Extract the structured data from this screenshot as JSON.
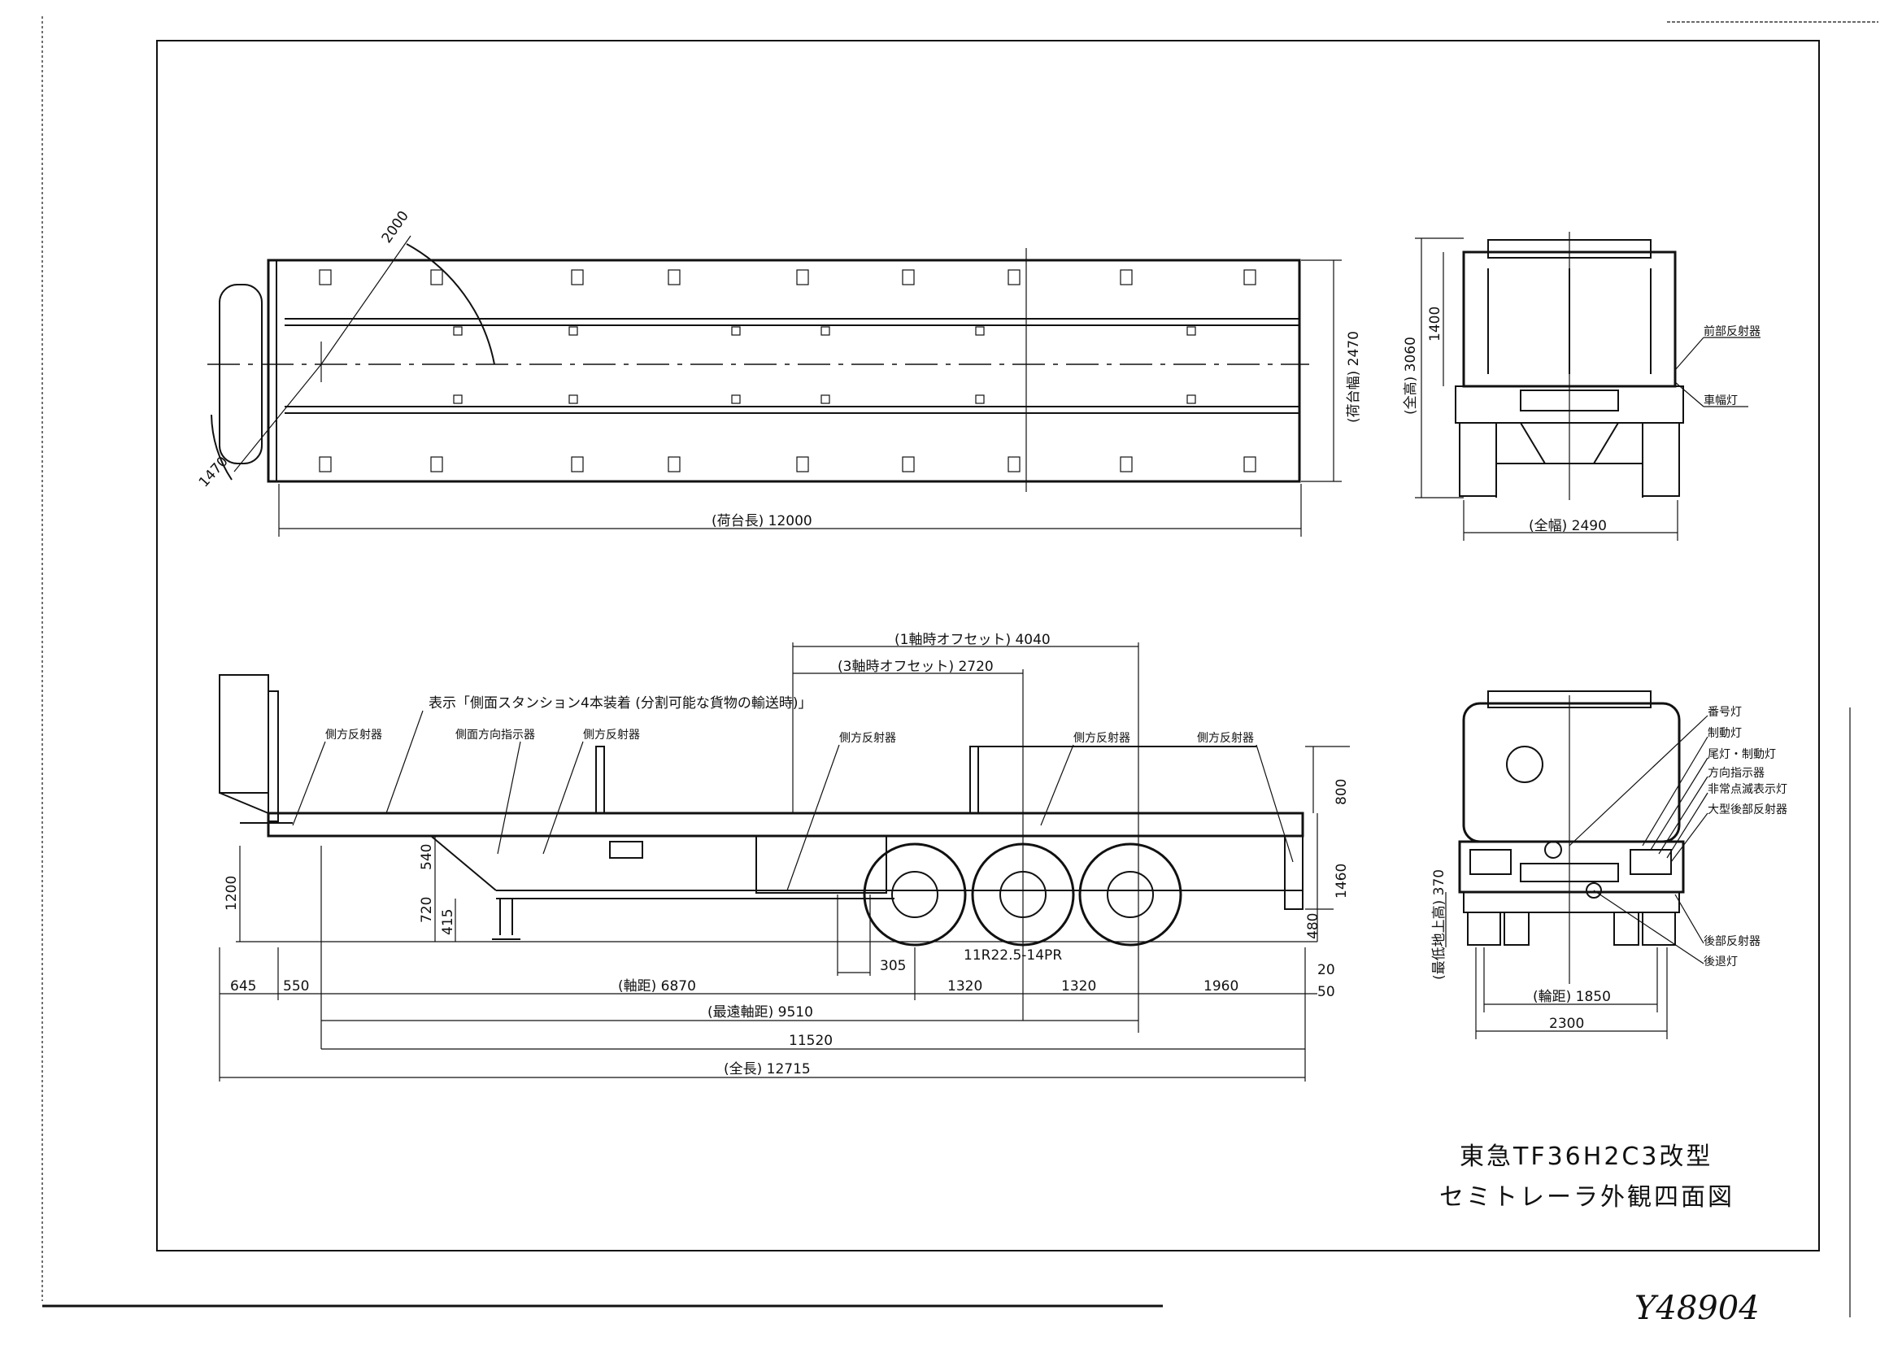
{
  "title": {
    "model": "東急TF36H2C3改型",
    "name": "セミトレーラ外観四面図"
  },
  "drawing_number": "Y48904",
  "top_view": {
    "deck_length": "(荷台長) 12000",
    "deck_width": "(荷台幅) 2470",
    "swing_radius": "2000",
    "front_radius": "1470"
  },
  "front_view": {
    "overall_height": "(全高) 3060",
    "height_1400": "1400",
    "overall_width": "(全幅) 2490",
    "labels": [
      "前部反射器",
      "車幅灯"
    ]
  },
  "side_view": {
    "note": "表示「側面スタンション4本装着 (分割可能な貨物の輸送時)」",
    "labels": [
      "側方反射器",
      "側面方向指示器",
      "側方反射器",
      "側方反射器",
      "側方反射器",
      "側方反射器"
    ],
    "tire": "11R22.5-14PR",
    "offset_1": "(1軸時オフセット) 4040",
    "offset_3": "(3軸時オフセット) 2720",
    "dims": {
      "d645": "645",
      "d550": "550",
      "wheelbase": "(軸距) 6870",
      "d305": "305",
      "d1320a": "1320",
      "d1320b": "1320",
      "d1960": "1960",
      "d20": "20",
      "d50": "50",
      "max_wheelbase": "(最遠軸距) 9510",
      "d11520": "11520",
      "overall_length": "(全長) 12715",
      "h1200": "1200",
      "h540": "540",
      "h720": "720",
      "h415": "415",
      "h800": "800",
      "h1460": "1460",
      "h480": "480"
    }
  },
  "rear_view": {
    "labels": [
      "番号灯",
      "制動灯",
      "尾灯・制動灯",
      "方向指示器",
      "非常点滅表示灯",
      "大型後部反射器",
      "後部反射器",
      "後退灯"
    ],
    "ground_clearance": "(最低地上高) 370",
    "track": "(輪距) 1850",
    "width_2300": "2300"
  }
}
